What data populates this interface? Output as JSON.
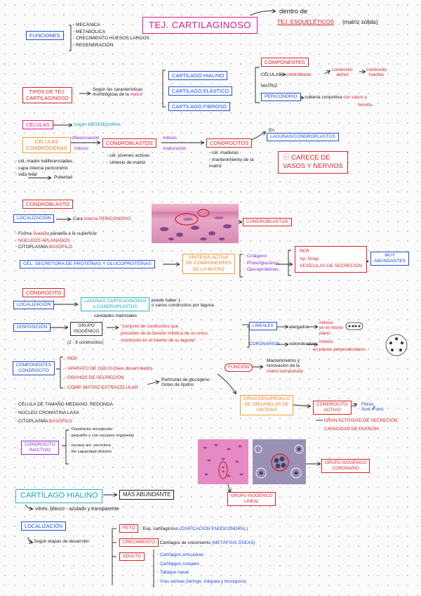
{
  "title": "TEJ. CARTILAGINOSO",
  "title_note": {
    "prefix": "dentro de",
    "highlight": "TEJ. ESQUELÉTICOS",
    "suffix": "(matriz sólida)"
  },
  "funciones": {
    "label": "FUNCIONES",
    "items": [
      "MECÁNICA",
      "METABÓLICA",
      "CRECIMIENTO HUESOS LARGOS",
      "REGENERACIÓN"
    ]
  },
  "tipos": {
    "label_line1": "TIPOS DE TEJ.",
    "label_line2": "CARTILAGINOSO",
    "criterion_line1": "Según las características",
    "criterion_line2_prefix": "morfológicas de la",
    "criterion_line2_highlight": "matriz",
    "items": [
      "CARTÍLAGO HIALINO",
      "CARTÍLAGO ELÁSTICO",
      "CARTÍLAGO FIBROSO"
    ]
  },
  "componentes": {
    "label": "COMPONENTES",
    "celulas": "CÉLULAS",
    "condroblasto": "condroblasto",
    "condrocito_activo_1": "condrocito",
    "condrocito_activo_2": "activo",
    "condrocito_inactivo_1": "condrocito",
    "condrocito_inactivo_2": "inactivo",
    "matriz": "MATRIZ",
    "pericondrio": "PERICONDRIO",
    "peri_desc_prefix": "cubierta conjuntiva",
    "peri_desc_highlight": "con vasos y",
    "peri_desc_line2": "nervios."
  },
  "celulas_section": {
    "label": "CÉLULAS",
    "origen": "origen MESENQUIMAL",
    "condrogenas_1": "CÉLULAS",
    "condrogenas_2": "CONDRÓGENAS",
    "diferenciacion": "diferenciación",
    "mitosis1": "mitosis",
    "condroblastos": "CONDROBLASTOS",
    "mitosis2": "mitosis",
    "maduracion": "maduración",
    "condrocitos": "CONDROCITOS",
    "lagunas": "LAGUNAS/CONDROPLASTOS",
    "en": "En",
    "left_items": [
      "cél. madre indiferenciadas",
      "capa interna pericondrio"
    ],
    "vida_fetal": "vida fetal",
    "pubertad": "Pubertad",
    "cb_items": [
      "cél. jóvenes activas",
      "síntesis de matriz"
    ],
    "cc_items": [
      "cél. maduras",
      "mantenimiento de la matriz"
    ],
    "carece_line1": "CARECE DE",
    "carece_line2": "VASOS Y NERVIOS"
  },
  "condroblasto": {
    "label": "CONDROBLASTO",
    "localizacion": "LOCALIZACIÓN",
    "loc_prefix": "Cara",
    "loc_highlight": "interna PERICONDRIO",
    "img_label": "CONDROBLASTOS",
    "forma_prefix": "Forma",
    "forma_highlight": "ovalada",
    "forma_suffix": "paralela a la superficie",
    "nucleos": "NÚCLEOS APLANADOS",
    "citoplasma_prefix": "CITOPLASMA",
    "citoplasma_highlight": "BASÓFILO",
    "secretora": "CÉL. SECRETORA DE PROTEÍNAS Y GLUCOPROTEÍNAS",
    "sintesis_1": "SÍNTESIS ACTIVA",
    "sintesis_2": "DE COMPONENTES",
    "sintesis_3": "DE LA MATRIZ",
    "matriz_items": [
      "Colágeno",
      "Proteoglucanos",
      "Glucoproteínas"
    ],
    "orgs": [
      "RER",
      "Ap. Golgi",
      "VESÍCULAS DE SECRECIÓN"
    ],
    "muy_1": "MUY",
    "muy_2": "ABUNDANTES"
  },
  "condrocito": {
    "label": "CONDROCITO",
    "localizacion": "LOCALIZACIÓN",
    "lagunas_1": "LAGUNAS CARTILAGINOSAS",
    "lagunas_2": "o CONDROPLASTOS",
    "cavidades": "cavidades matriciales",
    "puede_1": "puede haber 1",
    "puede_2": "o varios condrocitos por laguna",
    "disposicion": "DISPOSICIÓN",
    "grupo_1": "GRUPO",
    "grupo_2": "ISOGÉNICO",
    "grupo_cnt": "(2 - 8 condrocitos)",
    "grupo_desc_1": "\"conjunto de condrocitos que",
    "grupo_desc_2": "proceden de la división mitótica de un único",
    "grupo_desc_3": "condrocito en el interior de su laguna\"",
    "lineales": "LINEALES",
    "alargados": "alargados",
    "mitosis_1": "mitosis",
    "mitosis_2": "en el mismo",
    "mitosis_3": "plano",
    "coronarios": "CORONARIOS",
    "redondeados": "redondeados",
    "mitosis_b": "mitosis",
    "perp": "en planos perpendiculares",
    "comp_1": "COMPONENTES",
    "comp_2": "CONDROCITO",
    "comp_items": [
      "RER",
      "APARATO DE GOLGI (bien desarrollado)",
      "GRANOS DE SECRECIÓN",
      "COMP. MATRIZ EXTRACELULAR"
    ],
    "particulas_1": "Partículas de glucógeno",
    "particulas_2": "Gotas de lípidos",
    "funcion": "FUNCIÓN",
    "func_1": "Mantenimiento y",
    "func_2": "renovación de la",
    "func_3": "matriz extracelular",
    "gran_1": "GRAN DESARROLLO",
    "gran_2": "DE ORGANELAS DE",
    "gran_3": "SÍNTESIS",
    "activo_1": "CONDROCITO",
    "activo_2": "ACTIVO",
    "fibras": "Fibras",
    "sust": "Sust. Fund.",
    "gran_act": "GRAN ACTIVIDAD DE SECRECIÓN",
    "capacidad": "CAPACIDAD DE DIVISIÓN",
    "cel_tamano": "CÉLULA DE TAMAÑO MEDIANO, REDONDA",
    "nucleo": "NÚCLEO CROMATINA LAXA",
    "cito_prefix": "CITOPLASMA",
    "cito_highlight": "BASÓFILO",
    "inactivo_1": "CONDROCITO",
    "inactivo_2": "INACTIVO",
    "inact_items": [
      "Condrocito envejecido",
      "pequeño y con escasos organelas",
      "escasa act. secretora",
      "No capacidad división"
    ],
    "grupo_lineal_1": "GRUPO ISOGÉNICO",
    "grupo_lineal_2": "LINEAL",
    "grupo_coronario_1": "GRUPO ISOGÉNICO",
    "grupo_coronario_2": "CORONARIO"
  },
  "hialino": {
    "label": "CARTÍLAGO HIALINO",
    "mas": "MÁS ABUNDANTE",
    "desc": "vítreo, blanco - azulado y transparente",
    "localizacion": "LOCALIZACIÓN",
    "segun": "Según etapas de desarrollo:",
    "feto": "FETO",
    "feto_desc_prefix": "Esq. cartilaginoso",
    "feto_desc_highlight": "(OSIFICACIÓN ENDOCONDRAL)",
    "crec": "CRECIMIENTO",
    "crec_desc_prefix": "Cartílagos de crecimiento",
    "crec_desc_highlight": "(METÁFISIS ÓSEAS)",
    "adulto": "ADULTO",
    "adulto_items": [
      "Cartílagos articulares",
      "Cartílagos costales",
      "Tabique nasal",
      "Vías aéreas (laringe, tráquea y bronquios)"
    ]
  }
}
